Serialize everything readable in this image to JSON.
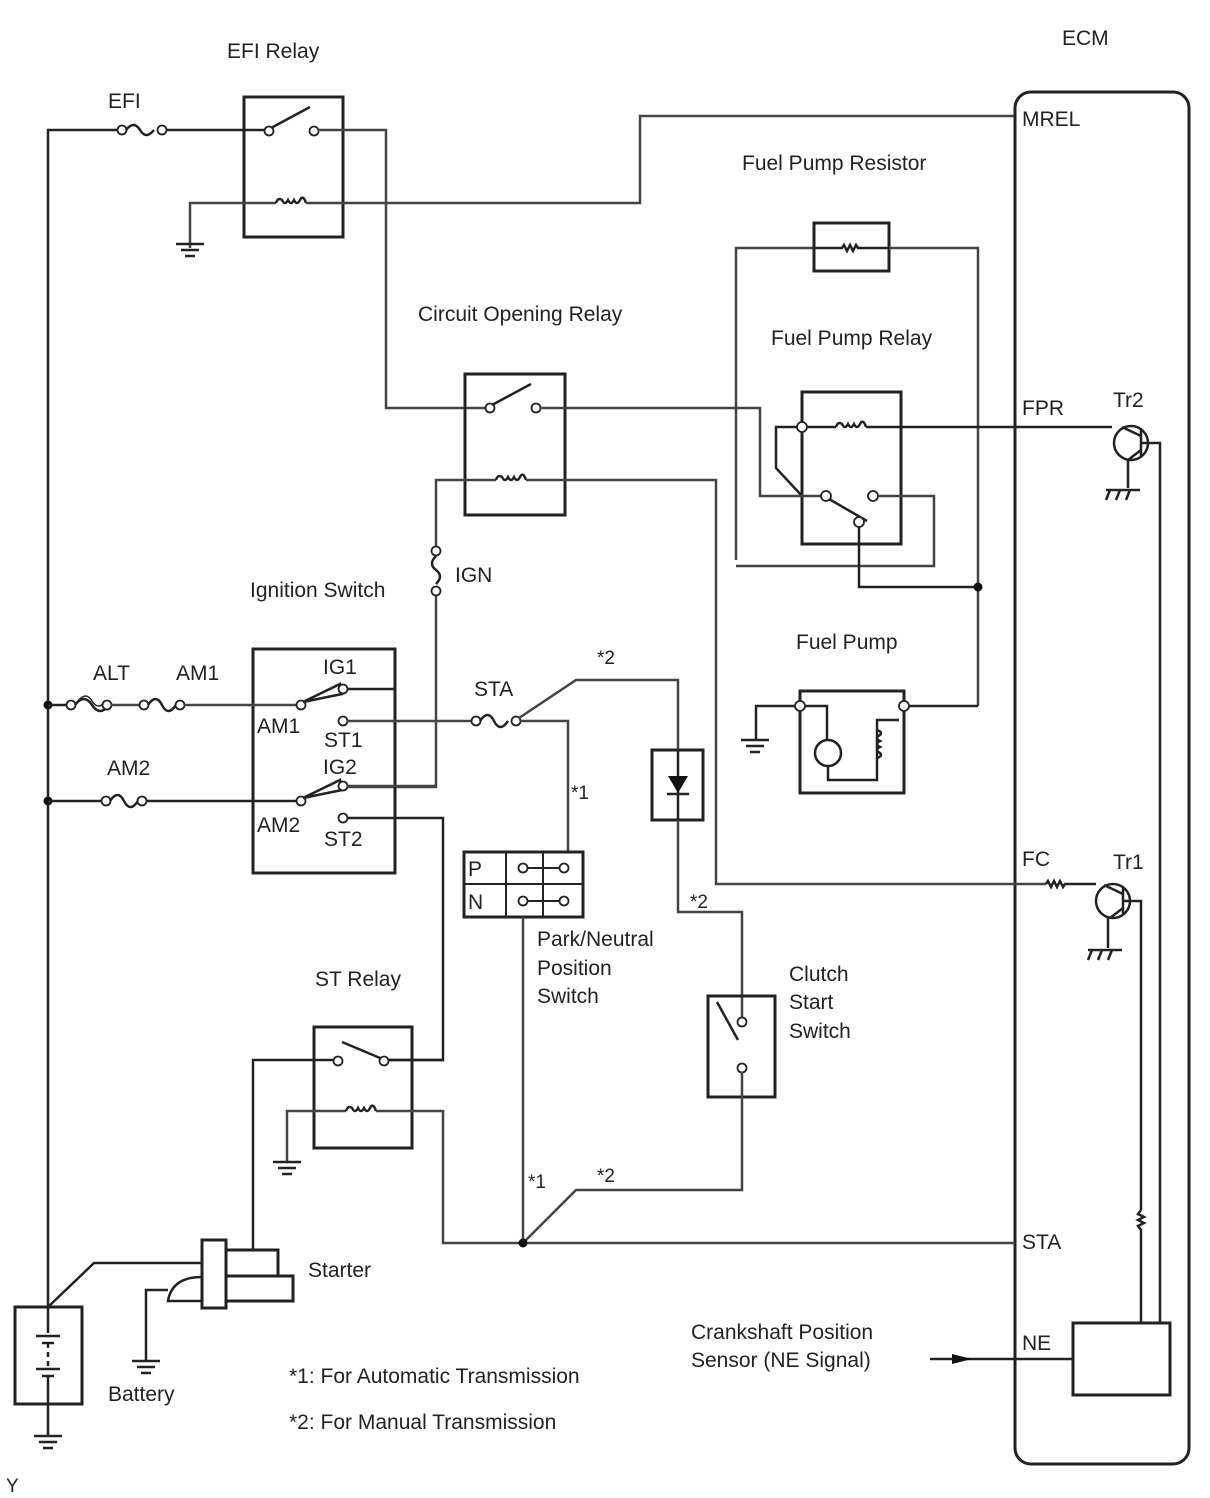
{
  "diagram": {
    "title": "Fuel Pump Control Circuit",
    "components": {
      "efi_relay": "EFI Relay",
      "efi_fuse": "EFI",
      "ecm": "ECM",
      "mrel": "MREL",
      "fuel_pump_resistor": "Fuel Pump Resistor",
      "circuit_opening_relay": "Circuit Opening Relay",
      "fuel_pump_relay": "Fuel Pump Relay",
      "fpr": "FPR",
      "tr2": "Tr2",
      "ign_fuse": "IGN",
      "ignition_switch": "Ignition Switch",
      "fuel_pump": "Fuel Pump",
      "alt_fuse": "ALT",
      "am1_fuse": "AM1",
      "am2_fuse": "AM2",
      "sw_ig1": "IG1",
      "sw_am1": "AM1",
      "sw_st1": "ST1",
      "sw_ig2": "IG2",
      "sw_am2": "AM2",
      "sw_st2": "ST2",
      "sta_fuse": "STA",
      "note_mt_top": "*2",
      "note_at_1": "*1",
      "pn_p": "P",
      "pn_n": "N",
      "note_mt_2": "*2",
      "pn_switch_line1": "Park/Neutral",
      "pn_switch_line2": "Position",
      "pn_switch_line3": "Switch",
      "fc": "FC",
      "tr1": "Tr1",
      "st_relay": "ST Relay",
      "clutch_line1": "Clutch",
      "clutch_line2": "Start",
      "clutch_line3": "Switch",
      "note_at_bottom": "*1",
      "note_mt_bottom": "*2",
      "sta_ecm": "STA",
      "starter": "Starter",
      "crank_line1": "Crankshaft Position",
      "crank_line2": "Sensor (NE Signal)",
      "ne": "NE",
      "battery": "Battery",
      "corner_mark": "Y"
    },
    "legend": [
      "*1: For Automatic Transmission",
      "*2: For Manual Transmission"
    ]
  }
}
